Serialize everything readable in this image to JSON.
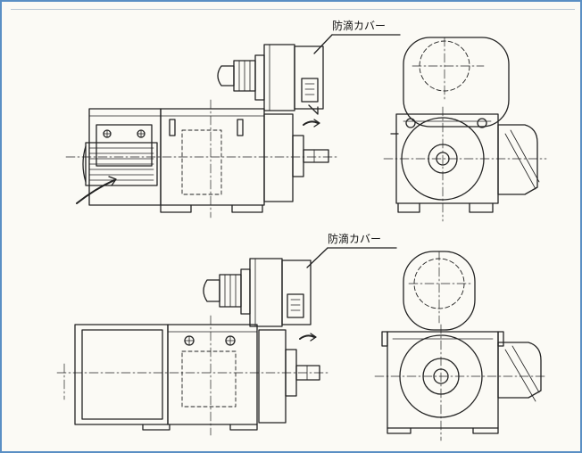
{
  "figure": {
    "callouts": [
      {
        "id": "top",
        "text": "防滴カバー"
      },
      {
        "id": "bottom",
        "text": "防滴カバー"
      }
    ],
    "line_color": "#222222",
    "frame_color": "#5a8fc4",
    "background": "#fbfaf5"
  }
}
